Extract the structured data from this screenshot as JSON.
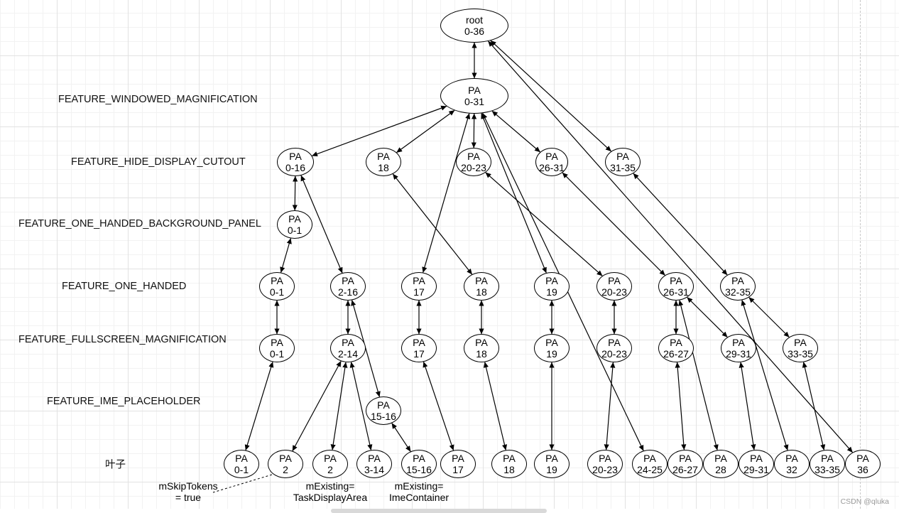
{
  "levels": [
    {
      "id": "wm",
      "label": "FEATURE_WINDOWED_MAGNIFICATION"
    },
    {
      "id": "hdc",
      "label": "FEATURE_HIDE_DISPLAY_CUTOUT"
    },
    {
      "id": "ohbp",
      "label": "FEATURE_ONE_HANDED_BACKGROUND_PANEL"
    },
    {
      "id": "oh",
      "label": "FEATURE_ONE_HANDED"
    },
    {
      "id": "fm",
      "label": "FEATURE_FULLSCREEN_MAGNIFICATION"
    },
    {
      "id": "ime",
      "label": "FEATURE_IME_PLACEHOLDER"
    },
    {
      "id": "leaf",
      "label": "叶子"
    }
  ],
  "nodes": [
    {
      "id": "root",
      "l1": "root",
      "l2": "0-36"
    },
    {
      "id": "pa031",
      "l1": "PA",
      "l2": "0-31"
    },
    {
      "id": "pa016",
      "l1": "PA",
      "l2": "0-16"
    },
    {
      "id": "pa18a",
      "l1": "PA",
      "l2": "18"
    },
    {
      "id": "pa2023a",
      "l1": "PA",
      "l2": "20-23"
    },
    {
      "id": "pa2631a",
      "l1": "PA",
      "l2": "26-31"
    },
    {
      "id": "pa3135",
      "l1": "PA",
      "l2": "31-35"
    },
    {
      "id": "pa01a",
      "l1": "PA",
      "l2": "0-1"
    },
    {
      "id": "pa01b",
      "l1": "PA",
      "l2": "0-1"
    },
    {
      "id": "pa216",
      "l1": "PA",
      "l2": "2-16"
    },
    {
      "id": "pa17a",
      "l1": "PA",
      "l2": "17"
    },
    {
      "id": "pa18b",
      "l1": "PA",
      "l2": "18"
    },
    {
      "id": "pa19a",
      "l1": "PA",
      "l2": "19"
    },
    {
      "id": "pa2023b",
      "l1": "PA",
      "l2": "20-23"
    },
    {
      "id": "pa2631b",
      "l1": "PA",
      "l2": "26-31"
    },
    {
      "id": "pa3235",
      "l1": "PA",
      "l2": "32-35"
    },
    {
      "id": "pa01c",
      "l1": "PA",
      "l2": "0-1"
    },
    {
      "id": "pa214",
      "l1": "PA",
      "l2": "2-14"
    },
    {
      "id": "pa17b",
      "l1": "PA",
      "l2": "17"
    },
    {
      "id": "pa18c",
      "l1": "PA",
      "l2": "18"
    },
    {
      "id": "pa19b",
      "l1": "PA",
      "l2": "19"
    },
    {
      "id": "pa2023c",
      "l1": "PA",
      "l2": "20-23"
    },
    {
      "id": "pa2627a",
      "l1": "PA",
      "l2": "26-27"
    },
    {
      "id": "pa2931a",
      "l1": "PA",
      "l2": "29-31"
    },
    {
      "id": "pa3335a",
      "l1": "PA",
      "l2": "33-35"
    },
    {
      "id": "pa1516a",
      "l1": "PA",
      "l2": "15-16"
    },
    {
      "id": "lf01",
      "l1": "PA",
      "l2": "0-1"
    },
    {
      "id": "lf2a",
      "l1": "PA",
      "l2": "2"
    },
    {
      "id": "lf2b",
      "l1": "PA",
      "l2": "2"
    },
    {
      "id": "lf314",
      "l1": "PA",
      "l2": "3-14"
    },
    {
      "id": "lf1516",
      "l1": "PA",
      "l2": "15-16"
    },
    {
      "id": "lf17",
      "l1": "PA",
      "l2": "17"
    },
    {
      "id": "lf18",
      "l1": "PA",
      "l2": "18"
    },
    {
      "id": "lf19",
      "l1": "PA",
      "l2": "19"
    },
    {
      "id": "lf2023",
      "l1": "PA",
      "l2": "20-23"
    },
    {
      "id": "lf2425",
      "l1": "PA",
      "l2": "24-25"
    },
    {
      "id": "lf2627",
      "l1": "PA",
      "l2": "26-27"
    },
    {
      "id": "lf28",
      "l1": "PA",
      "l2": "28"
    },
    {
      "id": "lf2931",
      "l1": "PA",
      "l2": "29-31"
    },
    {
      "id": "lf32",
      "l1": "PA",
      "l2": "32"
    },
    {
      "id": "lf3335",
      "l1": "PA",
      "l2": "33-35"
    },
    {
      "id": "lf36",
      "l1": "PA",
      "l2": "36"
    }
  ],
  "edges": [
    [
      "root",
      "pa031"
    ],
    [
      "pa031",
      "pa016"
    ],
    [
      "pa031",
      "pa18a"
    ],
    [
      "pa031",
      "pa2023a"
    ],
    [
      "pa031",
      "pa2631a"
    ],
    [
      "root",
      "pa3135"
    ],
    [
      "pa016",
      "pa01a"
    ],
    [
      "pa01a",
      "pa01b"
    ],
    [
      "pa016",
      "pa216"
    ],
    [
      "pa031",
      "pa17a"
    ],
    [
      "pa18a",
      "pa18b"
    ],
    [
      "pa031",
      "pa19a"
    ],
    [
      "pa2023a",
      "pa2023b"
    ],
    [
      "pa2631a",
      "pa2631b"
    ],
    [
      "pa3135",
      "pa3235"
    ],
    [
      "pa01b",
      "pa01c"
    ],
    [
      "pa216",
      "pa214"
    ],
    [
      "pa17a",
      "pa17b"
    ],
    [
      "pa18b",
      "pa18c"
    ],
    [
      "pa19a",
      "pa19b"
    ],
    [
      "pa2023b",
      "pa2023c"
    ],
    [
      "pa2631b",
      "pa2627a"
    ],
    [
      "pa2631b",
      "pa2931a"
    ],
    [
      "pa3235",
      "pa3335a"
    ],
    [
      "pa216",
      "pa1516a"
    ],
    [
      "pa01c",
      "lf01"
    ],
    [
      "pa214",
      "lf2a"
    ],
    [
      "pa214",
      "lf2b"
    ],
    [
      "pa214",
      "lf314"
    ],
    [
      "pa1516a",
      "lf1516"
    ],
    [
      "pa17b",
      "lf17"
    ],
    [
      "pa18c",
      "lf18"
    ],
    [
      "pa19b",
      "lf19"
    ],
    [
      "pa2023c",
      "lf2023"
    ],
    [
      "pa031",
      "lf2425"
    ],
    [
      "pa2627a",
      "lf2627"
    ],
    [
      "pa2631b",
      "lf28"
    ],
    [
      "pa2931a",
      "lf2931"
    ],
    [
      "pa3235",
      "lf32"
    ],
    [
      "pa3335a",
      "lf3335"
    ],
    [
      "root",
      "lf36"
    ]
  ],
  "notes": {
    "skip": {
      "line1": "mSkipTokens",
      "line2": "= true"
    },
    "tda": {
      "line1": "mExisting=",
      "line2": "TaskDisplayArea"
    },
    "imec": {
      "line1": "mExisting=",
      "line2": "ImeContainer"
    }
  },
  "watermark": "CSDN @qluka"
}
